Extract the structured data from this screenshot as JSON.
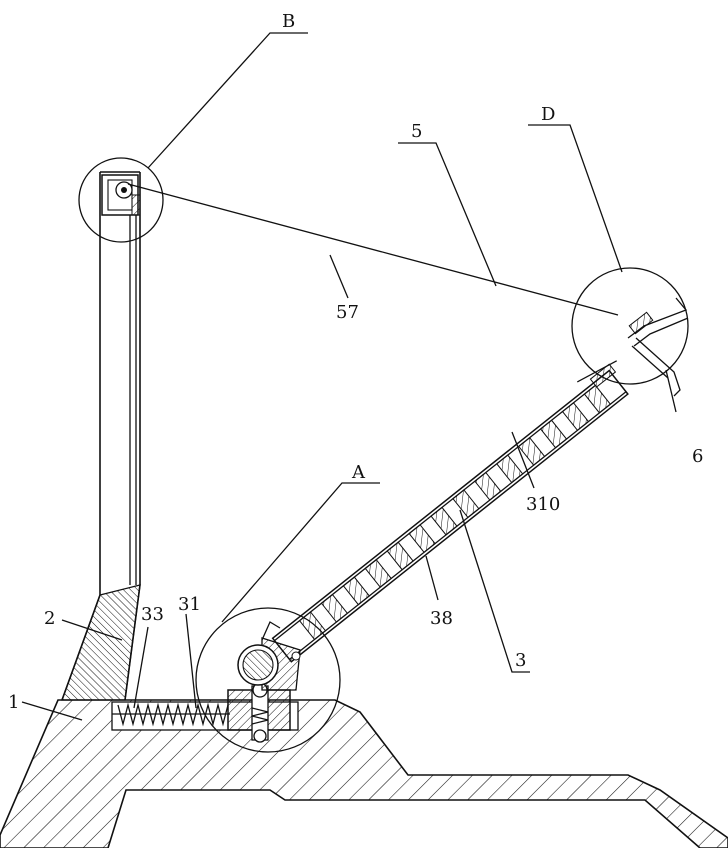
{
  "labels": {
    "B": "B",
    "D": "D",
    "A": "A",
    "n5": "5",
    "n57": "57",
    "n6": "6",
    "n310": "310",
    "n38": "38",
    "n3": "3",
    "n2": "2",
    "n33": "33",
    "n31": "31",
    "n1": "1"
  },
  "colors": {
    "line": "#111111",
    "background": "#ffffff"
  }
}
